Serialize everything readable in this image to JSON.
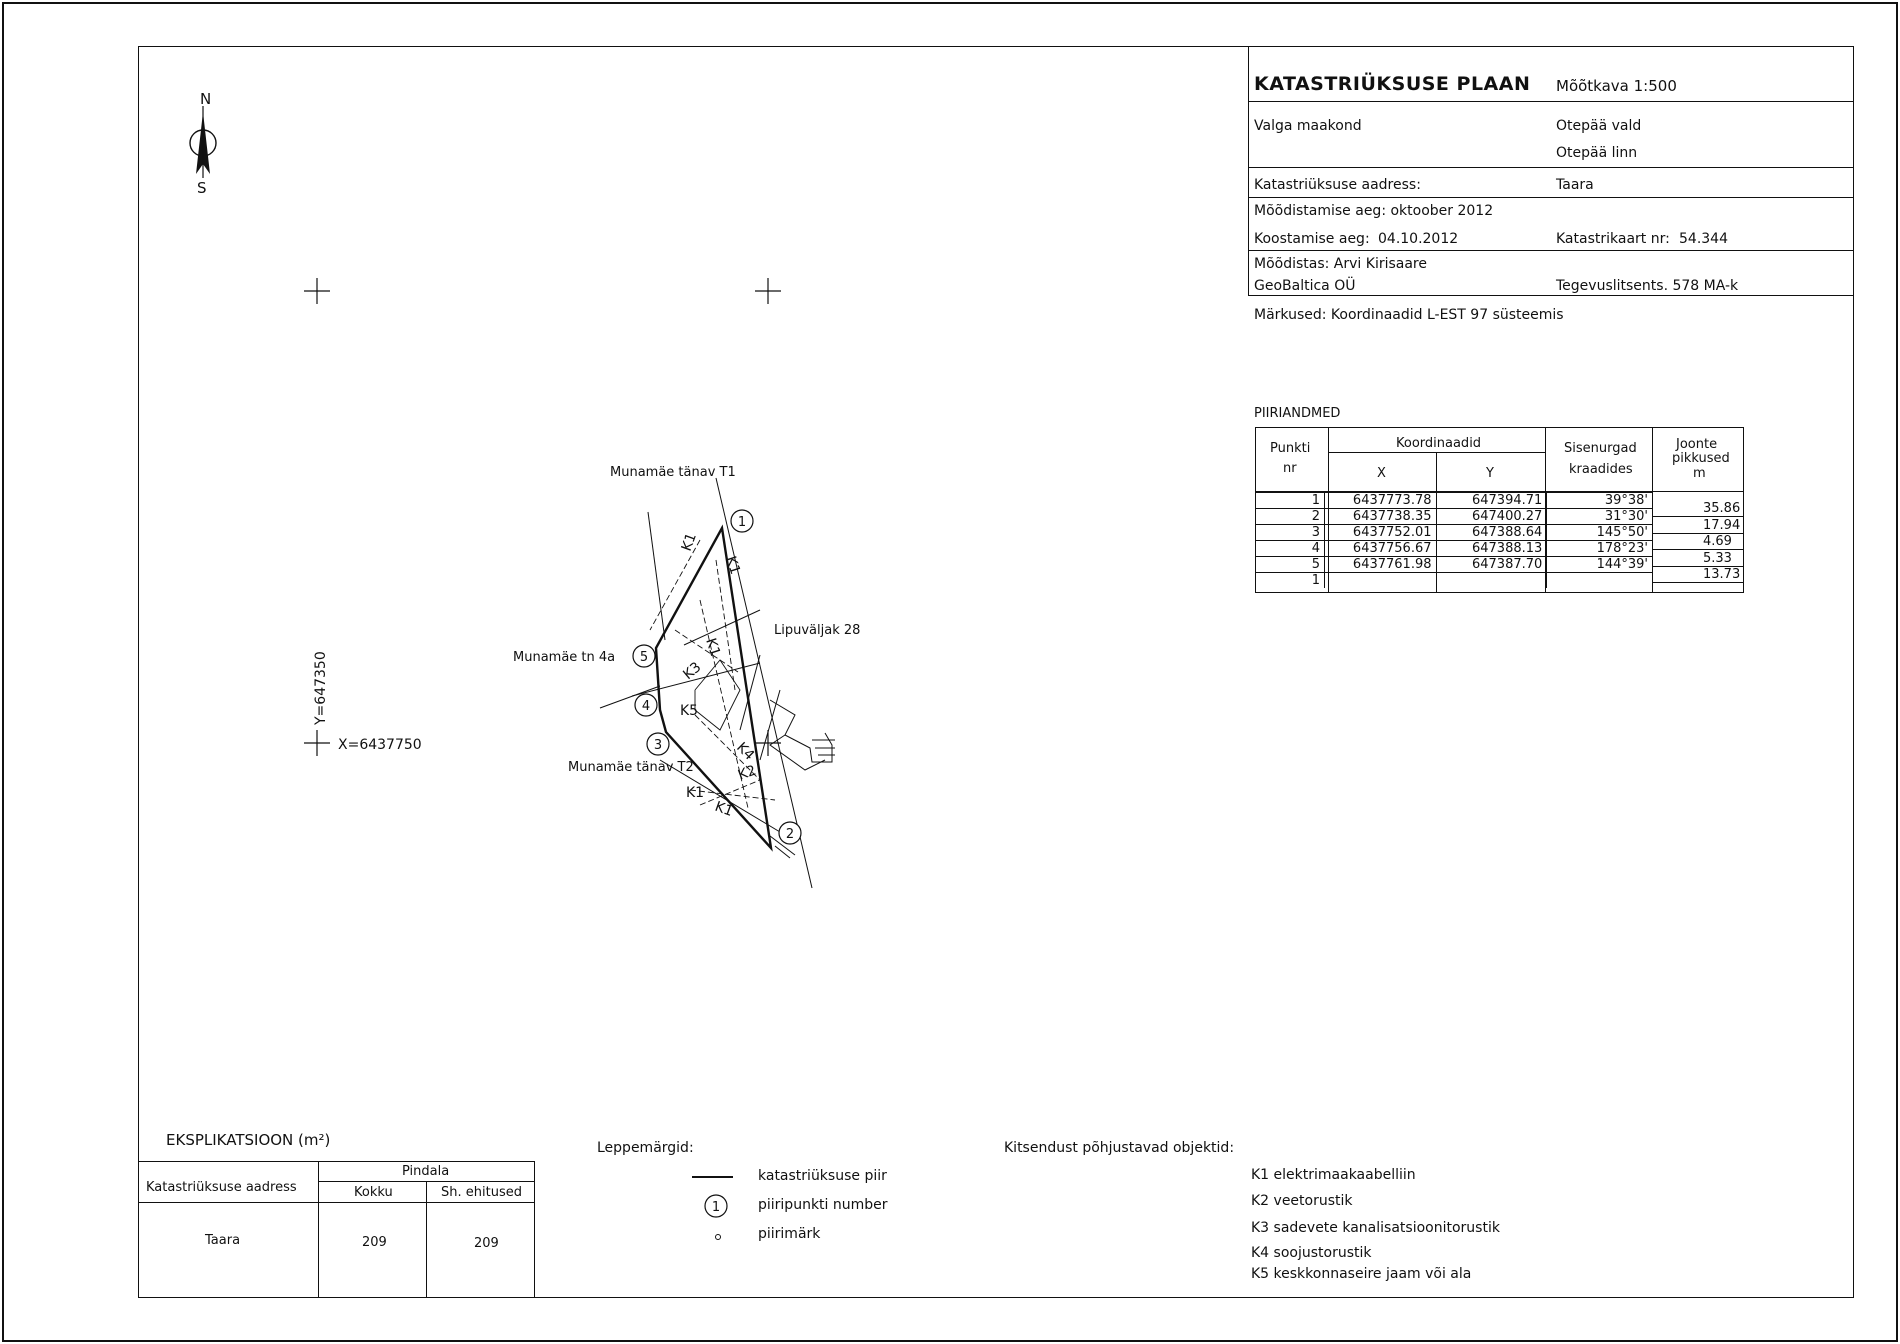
{
  "titleblock": {
    "title": "KATASTRIÜKSUSE PLAAN",
    "scale": "Mõõtkava 1:500",
    "county": "Valga maakond",
    "parish": "Otepää vald",
    "town": "Otepää linn",
    "address_label": "Katastriüksuse aadress:",
    "address_value": "Taara",
    "measure_date": "Mõõdistamise aeg: oktoober 2012",
    "compile_label": "Koostamise aeg:",
    "compile_date": "04.10.2012",
    "cadmap_label": "Katastrikaart nr:",
    "cadmap_value": "54.344",
    "surveyor": "Mõõdistas: Arvi Kirisaare",
    "company": "GeoBaltica OÜ",
    "license": "Tegevuslitsents. 578 MA-k",
    "remarks": "Märkused: Koordinaadid L-EST 97 süsteemis"
  },
  "boundary": {
    "heading": "PIIRIANDMED",
    "col_point": "Punkti",
    "col_point2": "nr",
    "col_coords": "Koordinaadid",
    "col_x": "X",
    "col_y": "Y",
    "col_angle": "Sisenurgad",
    "col_angle2": "kraadides",
    "col_len": "Joonte",
    "col_len2": "pikkused",
    "col_len3": "m",
    "rows": [
      {
        "nr": "1",
        "x": "6437773.78",
        "y": "647394.71",
        "angle": "39°38'"
      },
      {
        "nr": "2",
        "x": "6437738.35",
        "y": "647400.27",
        "angle": "31°30'"
      },
      {
        "nr": "3",
        "x": "6437752.01",
        "y": "647388.64",
        "angle": "145°50'"
      },
      {
        "nr": "4",
        "x": "6437756.67",
        "y": "647388.13",
        "angle": "178°23'"
      },
      {
        "nr": "5",
        "x": "6437761.98",
        "y": "647387.70",
        "angle": "144°39'"
      },
      {
        "nr": "1",
        "x": "",
        "y": "",
        "angle": ""
      }
    ],
    "lengths": [
      "35.86",
      "17.94",
      "4.69",
      "5.33",
      "13.73"
    ]
  },
  "map": {
    "north": "N",
    "south": "S",
    "y_coord": "Y=647350",
    "x_coord": "X=6437750",
    "label_t1": "Munamäe tänav T1",
    "label_t2": "Munamäe tänav T2",
    "label_4a": "Munamäe tn 4a",
    "label_lipu": "Lipuväljak 28",
    "points": [
      "1",
      "2",
      "3",
      "4",
      "5"
    ],
    "k_labels": [
      "K1",
      "K1",
      "K1",
      "K1",
      "K1",
      "K2",
      "K3",
      "K4",
      "K5"
    ]
  },
  "explication": {
    "heading": "EKSPLIKATSIOON (m²)",
    "col_address": "Katastriüksuse aadress",
    "col_area": "Pindala",
    "col_total": "Kokku",
    "col_built": "Sh. ehitused",
    "row_address": "Taara",
    "row_total": "209",
    "row_built": "209"
  },
  "legend": {
    "heading": "Leppemärgid:",
    "line_label": "katastriüksuse piir",
    "point_symbol": "1",
    "point_label": "piiripunkti number",
    "marker_label": "piirimärk"
  },
  "restrictions": {
    "heading": "Kitsendust põhjustavad objektid:",
    "items": [
      "K1 elektrimaakaabelliin",
      "K2 veetorustik",
      "K3 sadevete kanalisatsioonitorustik",
      "K4 soojustorustik",
      "K5 keskkonnaseire jaam või ala"
    ]
  }
}
